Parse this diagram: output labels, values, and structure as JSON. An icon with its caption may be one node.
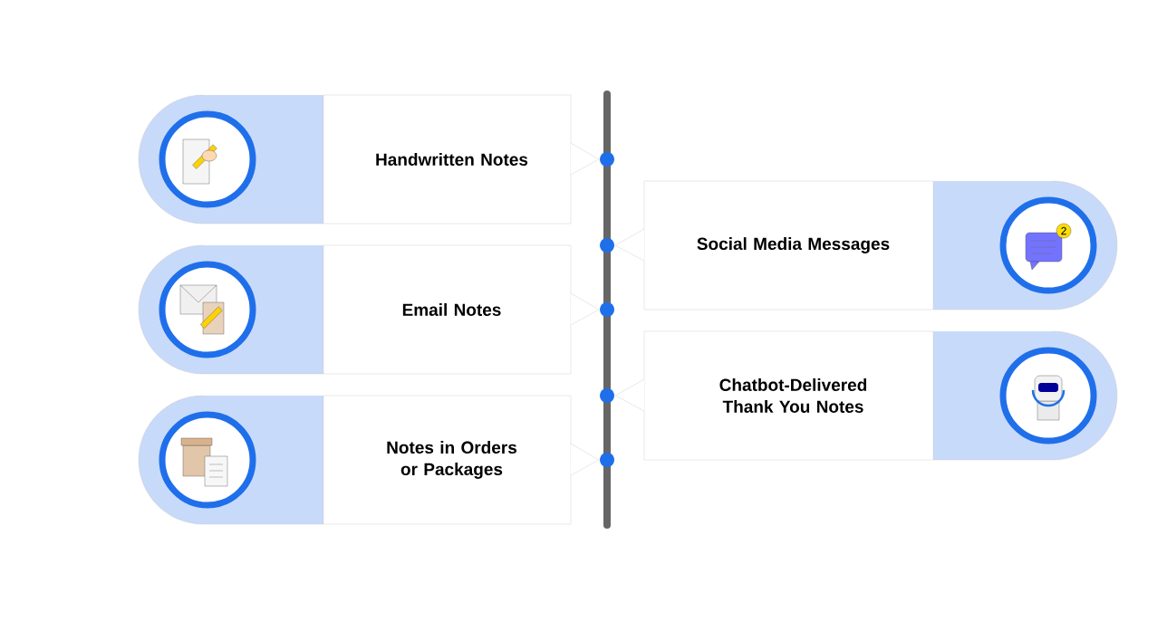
{
  "diagram": {
    "nodes": [
      {
        "text": [
          "Handwritten Notes"
        ]
      },
      {
        "text": [
          "Social Media Messages"
        ]
      },
      {
        "text": [
          "Email Notes"
        ]
      },
      {
        "text": [
          "Chatbot-Delivered Thank You Notes"
        ]
      },
      {
        "text": [
          "Notes in Orders or Packages"
        ]
      }
    ],
    "labels": [
      "2"
    ]
  }
}
